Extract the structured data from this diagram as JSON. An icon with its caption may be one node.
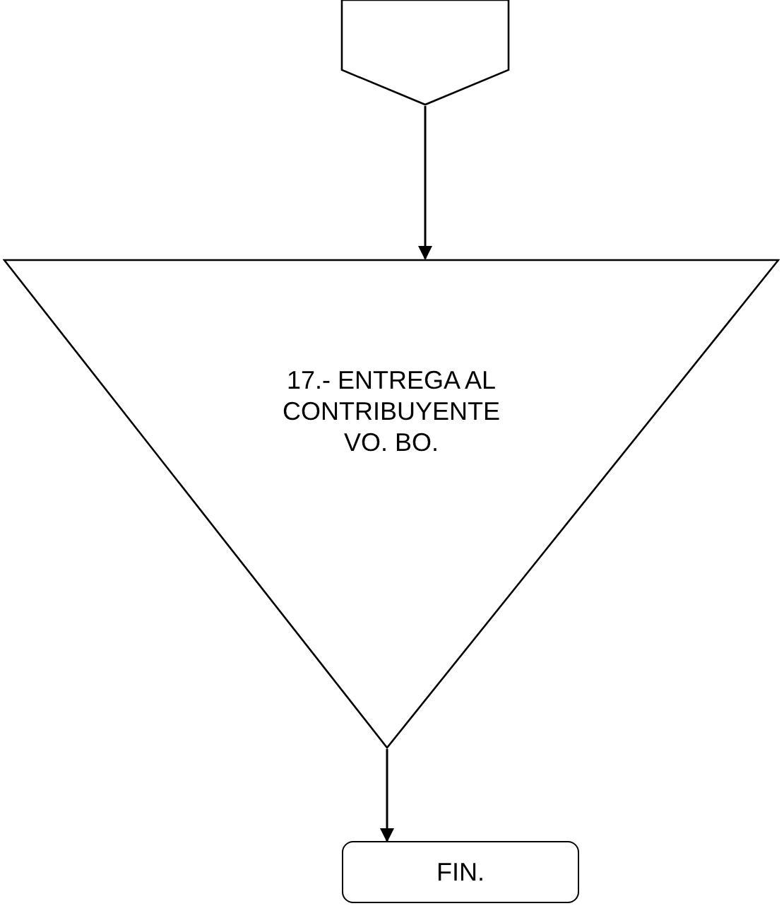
{
  "diagram": {
    "nodes": [
      {
        "text": [],
        "shape": "pentagon"
      },
      {
        "text": [
          "17.- ENTREGA AL CONTRIBUYENTE VO. BO."
        ]
      },
      {
        "text": [
          "FIN."
        ]
      }
    ],
    "edges": [
      {
        "from": 0,
        "to": 1,
        "arrow": "to"
      },
      {
        "from": 1,
        "to": 2,
        "arrow": "to"
      }
    ]
  }
}
